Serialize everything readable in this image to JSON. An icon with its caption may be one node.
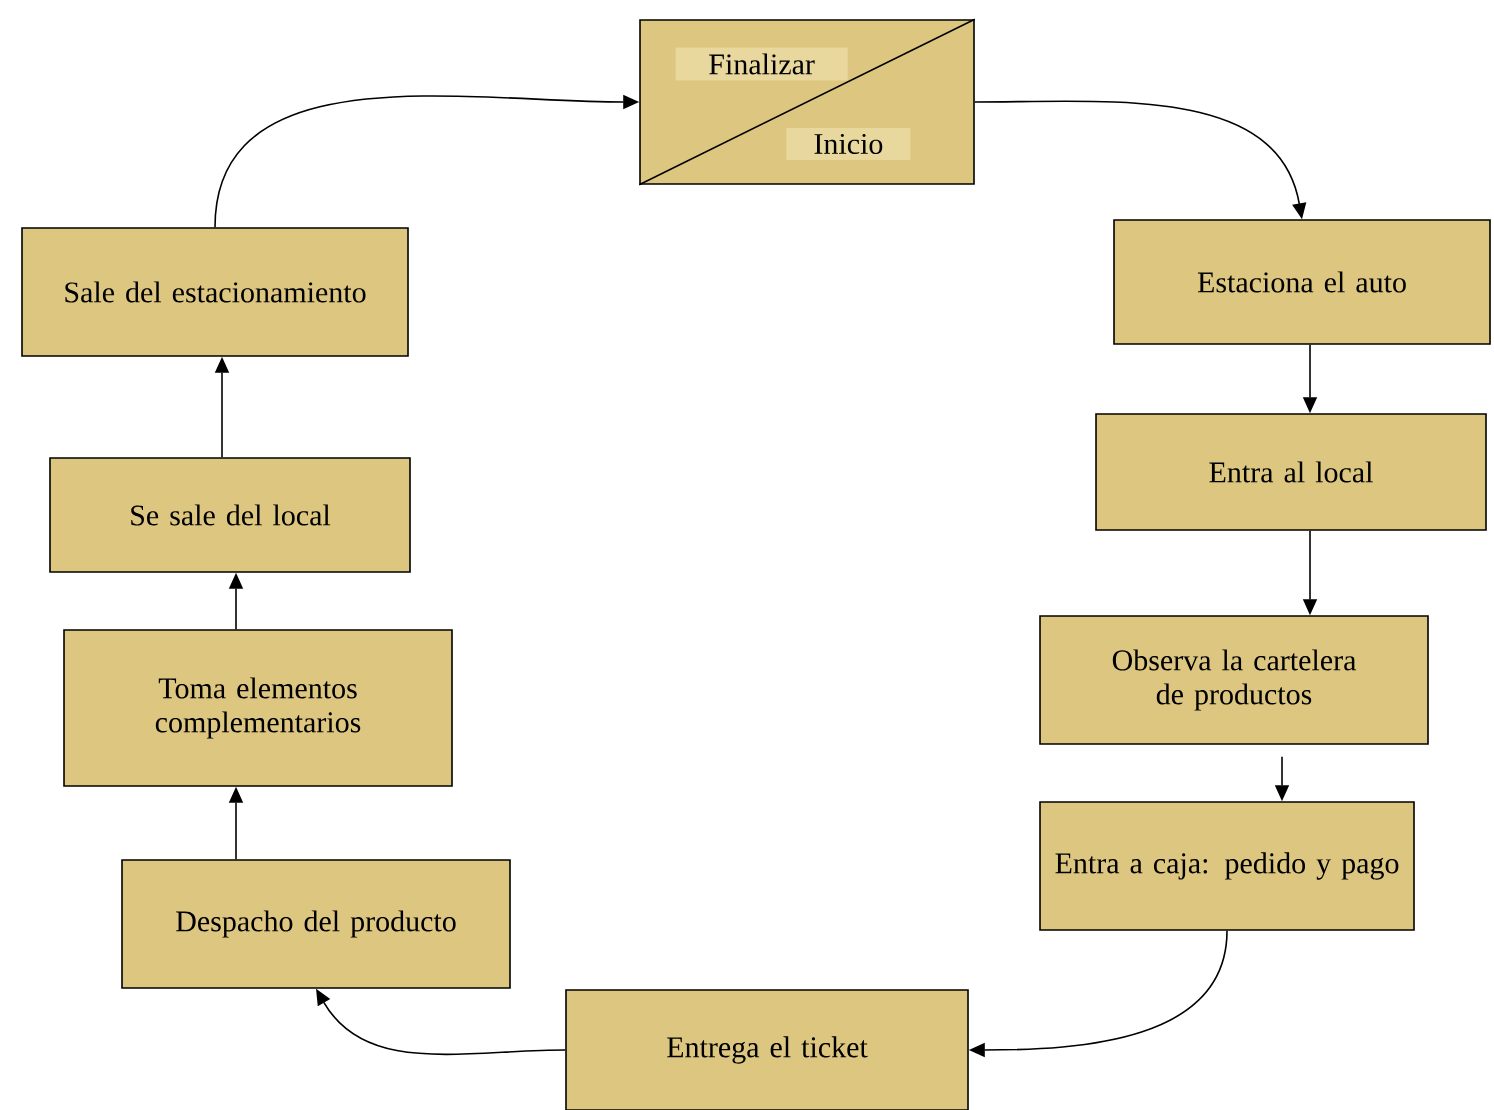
{
  "diagram": {
    "nodes": [
      {
        "text": [
          "Finalizar",
          "Inicio"
        ]
      },
      {
        "text": [
          "Estaciona el auto"
        ]
      },
      {
        "text": [
          "Entra al local"
        ]
      },
      {
        "text": [
          "Observa la cartelera de productos"
        ]
      },
      {
        "text": [
          "Entra a caja: pedido y pago"
        ]
      },
      {
        "text": [
          "Entrega el ticket"
        ]
      },
      {
        "text": [
          "Despacho del producto"
        ]
      },
      {
        "text": [
          "Toma elementos complementarios"
        ]
      },
      {
        "text": [
          "Se sale del local"
        ]
      },
      {
        "text": [
          "Sale del estacionamiento"
        ]
      }
    ],
    "edges": [
      {
        "from": 0,
        "to": 1,
        "arrow": "to"
      },
      {
        "from": 1,
        "to": 2,
        "arrow": "to"
      },
      {
        "from": 2,
        "to": 3,
        "arrow": "to"
      },
      {
        "from": 3,
        "to": 4,
        "arrow": "to"
      },
      {
        "from": 4,
        "to": 5,
        "arrow": "to"
      },
      {
        "from": 5,
        "to": 6,
        "arrow": "to"
      },
      {
        "from": 6,
        "to": 7,
        "arrow": "to"
      },
      {
        "from": 7,
        "to": 8,
        "arrow": "to"
      },
      {
        "from": 8,
        "to": 9,
        "arrow": "to"
      },
      {
        "from": 9,
        "to": 0,
        "arrow": "to"
      }
    ]
  }
}
